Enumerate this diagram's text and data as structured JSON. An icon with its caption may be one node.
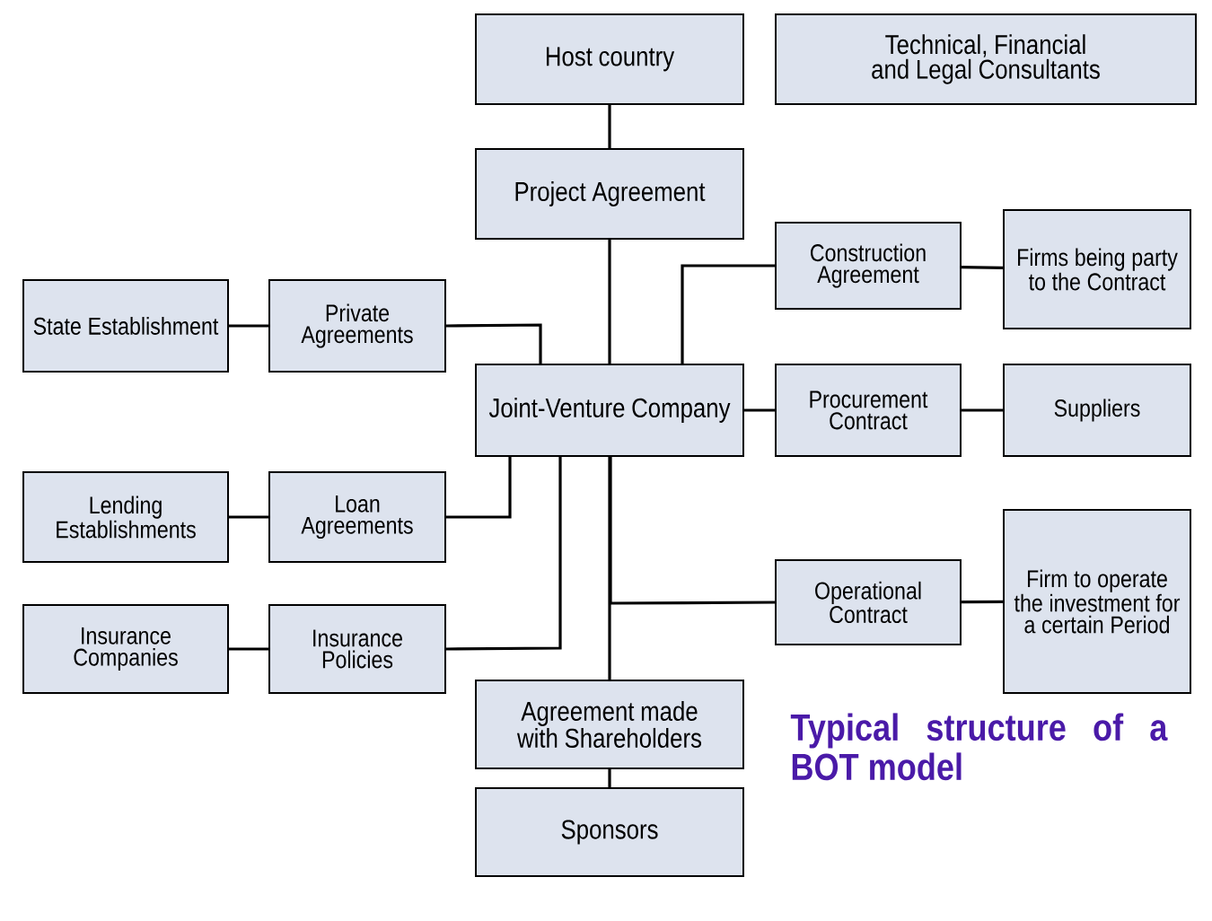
{
  "diagram": {
    "title": "Typical structure of a BOT model",
    "nodes": [
      {
        "text": [
          "Host country"
        ]
      },
      {
        "text": [
          "Technical, Financial and Legal Consultants"
        ]
      },
      {
        "text": [
          "Project Agreement"
        ]
      },
      {
        "text": [
          "Construction Agreement"
        ]
      },
      {
        "text": [
          "Firms being party to the Contract"
        ]
      },
      {
        "text": [
          "State Establishment"
        ]
      },
      {
        "text": [
          "Private Agreements"
        ]
      },
      {
        "text": [
          "Joint-Venture Company"
        ]
      },
      {
        "text": [
          "Procurement Contract"
        ]
      },
      {
        "text": [
          "Suppliers"
        ]
      },
      {
        "text": [
          "Lending Establishments"
        ]
      },
      {
        "text": [
          "Loan Agreements"
        ]
      },
      {
        "text": [
          "Operational Contract"
        ]
      },
      {
        "text": [
          "Firm to operate the investment for a certain Period"
        ]
      },
      {
        "text": [
          "Insurance Companies"
        ]
      },
      {
        "text": [
          "Insurance Policies"
        ]
      },
      {
        "text": [
          "Agreement made with Shareholders"
        ]
      },
      {
        "text": [
          "Sponsors"
        ]
      }
    ],
    "edges": [
      {
        "from": 0,
        "to": 2,
        "arrow": "none"
      },
      {
        "from": 2,
        "to": 7,
        "arrow": "none"
      },
      {
        "from": 7,
        "to": 3,
        "arrow": "none"
      },
      {
        "from": 3,
        "to": 4,
        "arrow": "none"
      },
      {
        "from": 5,
        "to": 6,
        "arrow": "none"
      },
      {
        "from": 6,
        "to": 7,
        "arrow": "none"
      },
      {
        "from": 7,
        "to": 8,
        "arrow": "none"
      },
      {
        "from": 8,
        "to": 9,
        "arrow": "none"
      },
      {
        "from": 10,
        "to": 11,
        "arrow": "none"
      },
      {
        "from": 11,
        "to": 7,
        "arrow": "none"
      },
      {
        "from": 7,
        "to": 12,
        "arrow": "none"
      },
      {
        "from": 12,
        "to": 13,
        "arrow": "none"
      },
      {
        "from": 14,
        "to": 15,
        "arrow": "none"
      },
      {
        "from": 15,
        "to": 7,
        "arrow": "none"
      },
      {
        "from": 7,
        "to": 16,
        "arrow": "none"
      },
      {
        "from": 16,
        "to": 17,
        "arrow": "none"
      }
    ]
  }
}
